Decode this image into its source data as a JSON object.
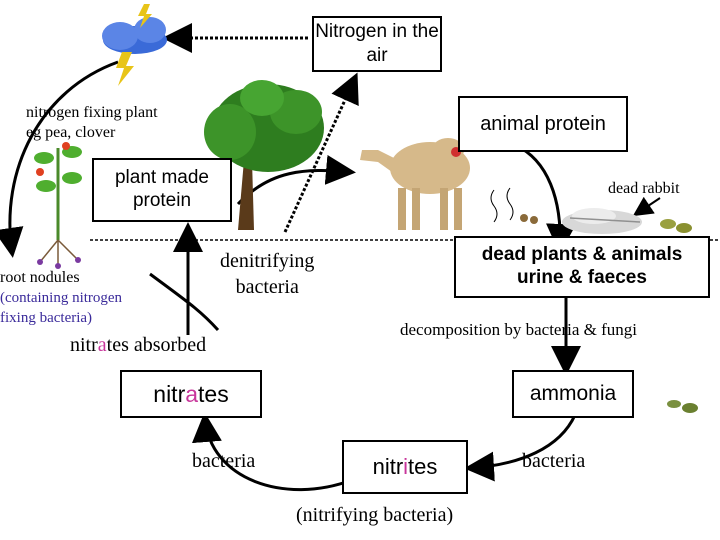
{
  "boxes": {
    "nitrogen_air": "Nitrogen in the air",
    "animal_protein": "animal protein",
    "plant_protein": "plant made protein",
    "dead_plants": "dead plants & animals urine & faeces",
    "ammonia": "ammonia",
    "nitrates": {
      "a": "nitr",
      "b": "a",
      "c": "tes"
    },
    "nitrites": {
      "a": "nitr",
      "b": "i",
      "c": "tes"
    }
  },
  "labels": {
    "fixing_plant_line1": "nitrogen fixing plant",
    "fixing_plant_line2": "eg pea, clover",
    "dead_rabbit": "dead rabbit",
    "root_nodules": "root nodules",
    "root_nodules_sub1": "(containing nitrogen",
    "root_nodules_sub2": "fixing bacteria)",
    "denitrifying_line1": "denitrifying",
    "denitrifying_line2": "bacteria",
    "absorbed": {
      "a": "nitr",
      "b": "a",
      "c": "tes absorbed"
    },
    "decomposition": "decomposition by bacteria & fungi",
    "bacteria_left": "bacteria",
    "bacteria_right": "bacteria",
    "nitrifying": "(nitrifying bacteria)"
  },
  "colors": {
    "highlight": "#c8369b",
    "soil_line": "#000000",
    "tree_leaves": "#2e7d1f",
    "trunk": "#5a3a1a",
    "cloud": "#3a6ad8",
    "lightning": "#e8c418",
    "camel": "#d6b98a"
  },
  "icons": [
    "storm-cloud-icon",
    "tree-icon",
    "camel-icon",
    "pea-plant-icon",
    "rabbit-remains-icon",
    "leaves-icon"
  ]
}
